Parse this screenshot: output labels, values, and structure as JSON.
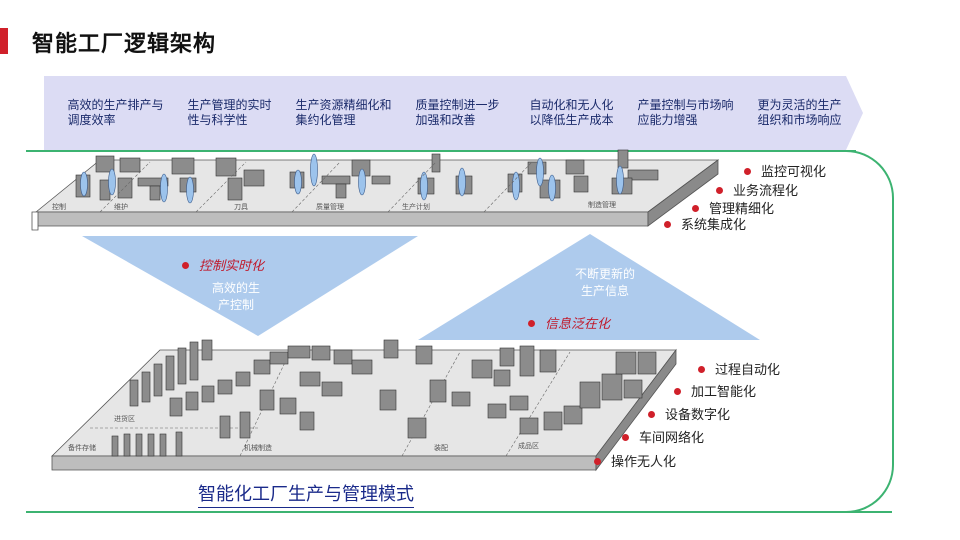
{
  "header": {
    "title": "智能工厂逻辑架构"
  },
  "goals": [
    {
      "label": "高效的生产排产与\n调度效率"
    },
    {
      "label": "生产管理的实时\n性与科学性"
    },
    {
      "label": "生产资源精细化和\n集约化管理"
    },
    {
      "label": "质量控制进一步\n加强和改善"
    },
    {
      "label": "自动化和无人化\n以降低生产成本"
    },
    {
      "label": "产量控制与市场响\n应能力增强"
    },
    {
      "label": "更为灵活的生产\n组织和市场响应"
    }
  ],
  "upper_platform": {
    "zones": [
      "控制",
      "维护",
      "刀具",
      "质量管理",
      "生产计划",
      "制造管理"
    ]
  },
  "upper_bullets": [
    "监控可视化",
    "业务流程化",
    "管理精细化",
    "系统集成化"
  ],
  "left_triangle": {
    "bullet": "控制实时化",
    "text": "高效的生\n产控制"
  },
  "right_triangle": {
    "text": "不断更新的\n生产信息",
    "bullet": "信息泛在化"
  },
  "lower_platform": {
    "zones": [
      "进货区",
      "备件存储",
      "机械制造",
      "装配",
      "成品区"
    ]
  },
  "lower_bullets": [
    "过程自动化",
    "加工智能化",
    "设备数字化",
    "车间网络化",
    "操作无人化"
  ],
  "caption": "智能化工厂生产与管理模式",
  "colors": {
    "accent": "#d0202a",
    "chevron": "#dcdcf4",
    "triangle": "#aecbed",
    "frame": "#3cb371",
    "caption": "#1a2a8a"
  }
}
